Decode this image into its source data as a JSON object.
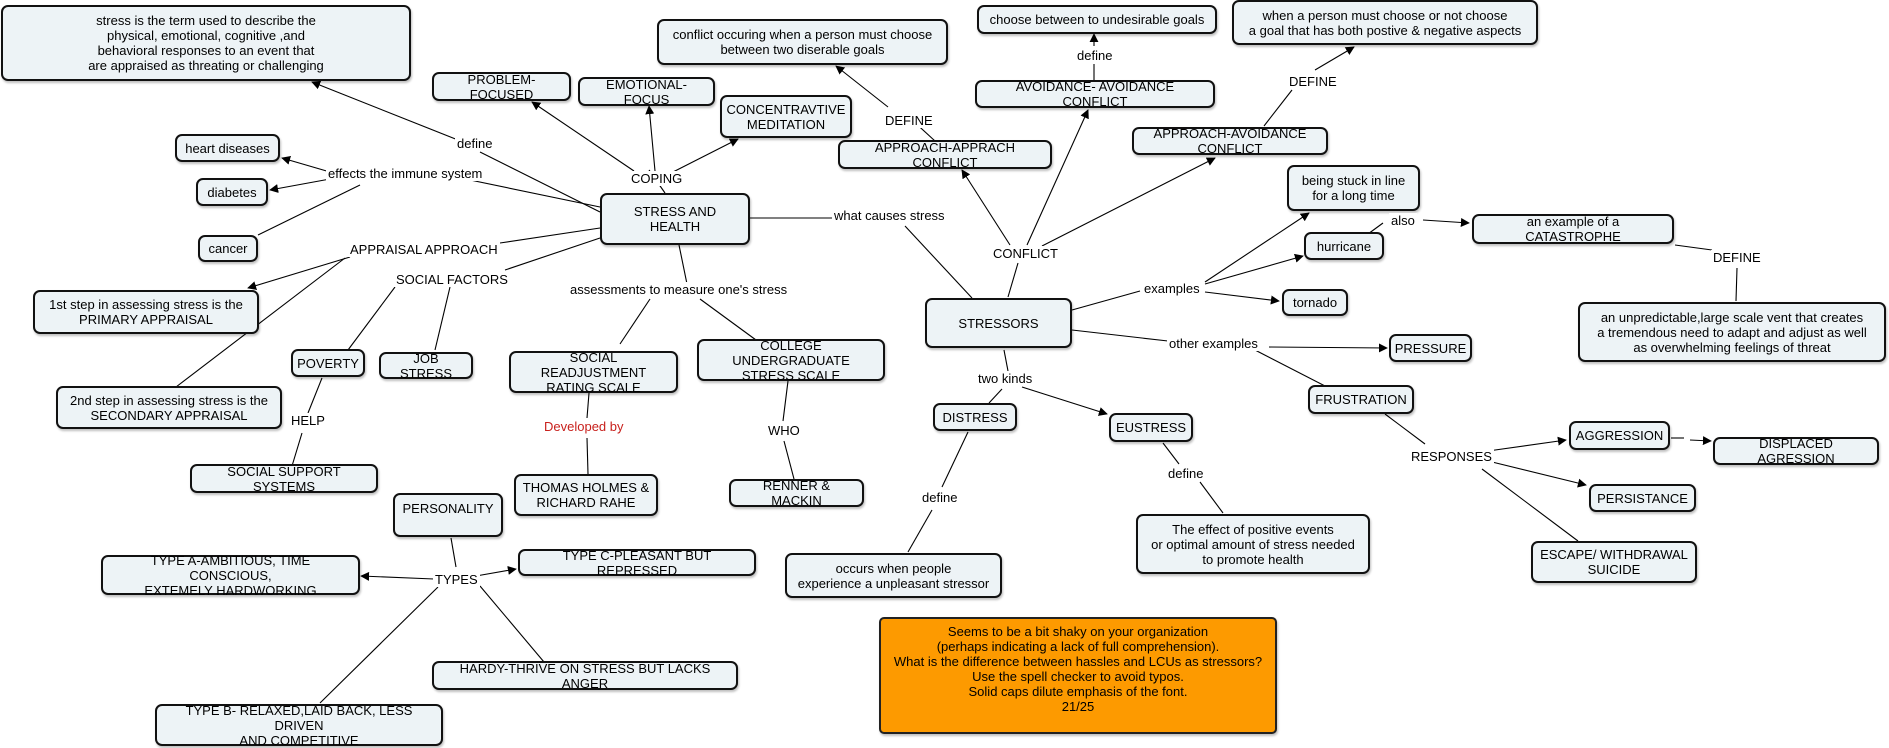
{
  "nodes": {
    "stress_def": "stress is the term used to describe the\nphysical, emotional, cognitive ,and\nbehavioral responses to an event that\nare appraised as threating or challenging",
    "problem_focused": "PROBLEM-FOCUSED",
    "emotional_focus": "EMOTIONAL-FOCUS",
    "concentrative": "CONCENTRAVTIVE\nMEDITATION",
    "conflict_def": "conflict occuring when a person must choose\nbetween two diserable goals",
    "choose_undesirable": "choose between to undesirable goals",
    "goal_pos_neg": "when a person must choose or not choose\na goal that has both postive & negative aspects",
    "heart": "heart diseases",
    "diabetes": "diabetes",
    "cancer": "cancer",
    "stress_health": "STRESS AND HEALTH",
    "approach_approach": "APPROACH-APPRACH CONFLICT",
    "avoid_avoid": "AVOIDANCE- AVOIDANCE CONFLICT",
    "approach_avoid": "APPROACH-AVOIDANCE CONFLICT",
    "stuck_line": "being stuck in line\nfor a long time",
    "hurricane": "hurricane",
    "catastrophe": "an example of a CATASTROPHE",
    "tornado": "tornado",
    "catastrophe_def": "an unpredictable,large scale vent that creates\na tremendous  need to adapt and adjust as well\nas overwhelming feelings of threat",
    "primary": "1st step in assessing stress is the\nPRIMARY APPRAISAL",
    "poverty": "POVERTY",
    "job_stress": "JOB STRESS",
    "secondary": "2nd step in assessing stress is the\nSECONDARY APPRAISAL",
    "srrs": "SOCIAL READJUSTMENT\nRATING SCALE",
    "college": "COLLEGE UNDERGRADUATE\nSTRESS SCALE",
    "stressors": "STRESSORS",
    "pressure": "PRESSURE",
    "frustration": "FRUSTRATION",
    "distress": "DISTRESS",
    "eustress": "EUSTRESS",
    "aggression": "AGGRESSION",
    "displaced": "DISPLACED AGRESSION",
    "persistance": "PERSISTANCE",
    "social_support": "SOCIAL SUPPORT SYSTEMS",
    "holmes": "THOMAS HOLMES &\nRICHARD RAHE",
    "renner": "RENNER & MACKIN",
    "personality": "PERSONALITY",
    "type_c": "TYPE C-PLEASANT BUT REPRESSED",
    "type_a": "TYPE A-AMBITIOUS, TIME CONSCIOUS,\nEXTEMELY HARDWORKING",
    "unpleasant": "occurs when people\nexperience a unpleasant stressor",
    "eustress_def": "The effect of positive events\nor optimal amount of stress needed\nto promote health",
    "escape": "ESCAPE/ WITHDRAWAL\nSUICIDE",
    "hardy": "HARDY-THRIVE ON STRESS BUT LACKS ANGER",
    "type_b": "TYPE B- RELAXED,LAID BACK, LESS DRIVEN\nAND COMPETITIVE",
    "feedback": "Seems to be a bit shaky on your organization\n(perhaps indicating a lack of full comprehension).\nWhat is the difference between hassles and LCUs as stressors?\nUse the spell checker to avoid typos.\nSolid caps dilute emphasis of the font.\n21/25"
  },
  "labels": {
    "define1": "define",
    "effects": "effects the immune system",
    "coping": "COPING",
    "define_cap1": "DEFINE",
    "define2": "define",
    "define_cap2": "DEFINE",
    "what_causes": "what causes stress",
    "conflict": "CONFLICT",
    "also": "also",
    "appraisal": "APPRAISAL APPROACH",
    "social_factors": "SOCIAL FACTORS",
    "assessments": "assessments to measure one's stress",
    "examples": "examples",
    "define_cap3": "DEFINE",
    "other_examples": "other examples",
    "help": "HELP",
    "developed_by": "Developed by",
    "two_kinds": "two kinds",
    "who": "WHO",
    "define3": "define",
    "define4": "define",
    "responses": "RESPONSES",
    "types": "TYPES"
  },
  "colors": {
    "node_fill": "#edf3f6",
    "feedback_fill": "#fd9a00",
    "developed_by_text": "#c8211d"
  }
}
